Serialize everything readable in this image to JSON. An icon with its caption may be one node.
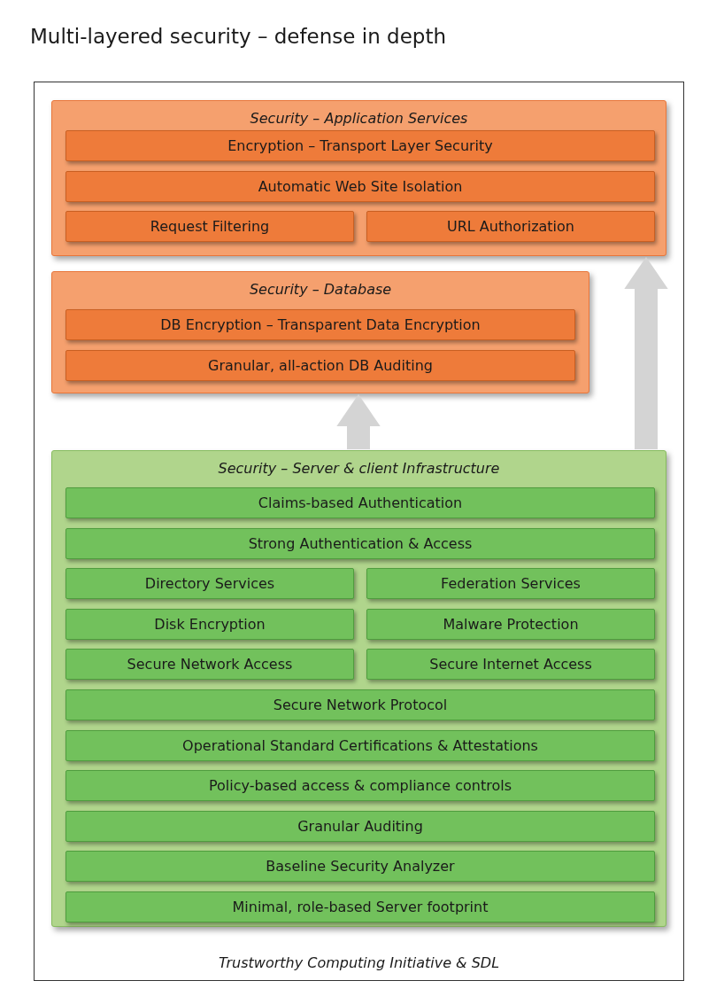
{
  "diagram": {
    "title": "Multi-layered security – defense in depth",
    "nodes": [
      {
        "text": [
          "Trustworthy Computing Initiative & SDL"
        ]
      },
      {
        "text": [
          "Security – Application Services"
        ],
        "in": 0
      },
      {
        "text": [
          "Encryption – Transport Layer Security"
        ],
        "in": 1
      },
      {
        "text": [
          "Automatic Web Site Isolation"
        ],
        "in": 1
      },
      {
        "text": [
          "Request Filtering"
        ],
        "in": 1
      },
      {
        "text": [
          "URL Authorization"
        ],
        "in": 1
      },
      {
        "text": [
          "Security – Database"
        ],
        "in": 0
      },
      {
        "text": [
          "DB Encryption – Transparent Data Encryption"
        ],
        "in": 6
      },
      {
        "text": [
          "Granular, all-action DB Auditing"
        ],
        "in": 6
      },
      {
        "text": [
          "Security – Server & client Infrastructure"
        ],
        "in": 0
      },
      {
        "text": [
          "Claims-based Authentication"
        ],
        "in": 9
      },
      {
        "text": [
          "Strong Authentication & Access"
        ],
        "in": 9
      },
      {
        "text": [
          "Directory Services"
        ],
        "in": 9
      },
      {
        "text": [
          "Federation Services"
        ],
        "in": 9
      },
      {
        "text": [
          "Disk Encryption"
        ],
        "in": 9
      },
      {
        "text": [
          "Malware Protection"
        ],
        "in": 9
      },
      {
        "text": [
          "Secure Network Access"
        ],
        "in": 9
      },
      {
        "text": [
          "Secure Internet Access"
        ],
        "in": 9
      },
      {
        "text": [
          "Secure Network Protocol"
        ],
        "in": 9
      },
      {
        "text": [
          "Operational Standard Certifications & Attestations"
        ],
        "in": 9
      },
      {
        "text": [
          "Policy-based access & compliance controls"
        ],
        "in": 9
      },
      {
        "text": [
          "Granular Auditing"
        ],
        "in": 9
      },
      {
        "text": [
          "Baseline Security Analyzer"
        ],
        "in": 9
      },
      {
        "text": [
          "Minimal, role-based Server footprint"
        ],
        "in": 9
      }
    ],
    "edges": [
      {
        "from": 9,
        "to": 6,
        "arrow": "to"
      },
      {
        "from": 9,
        "to": 1,
        "arrow": "to"
      }
    ]
  }
}
